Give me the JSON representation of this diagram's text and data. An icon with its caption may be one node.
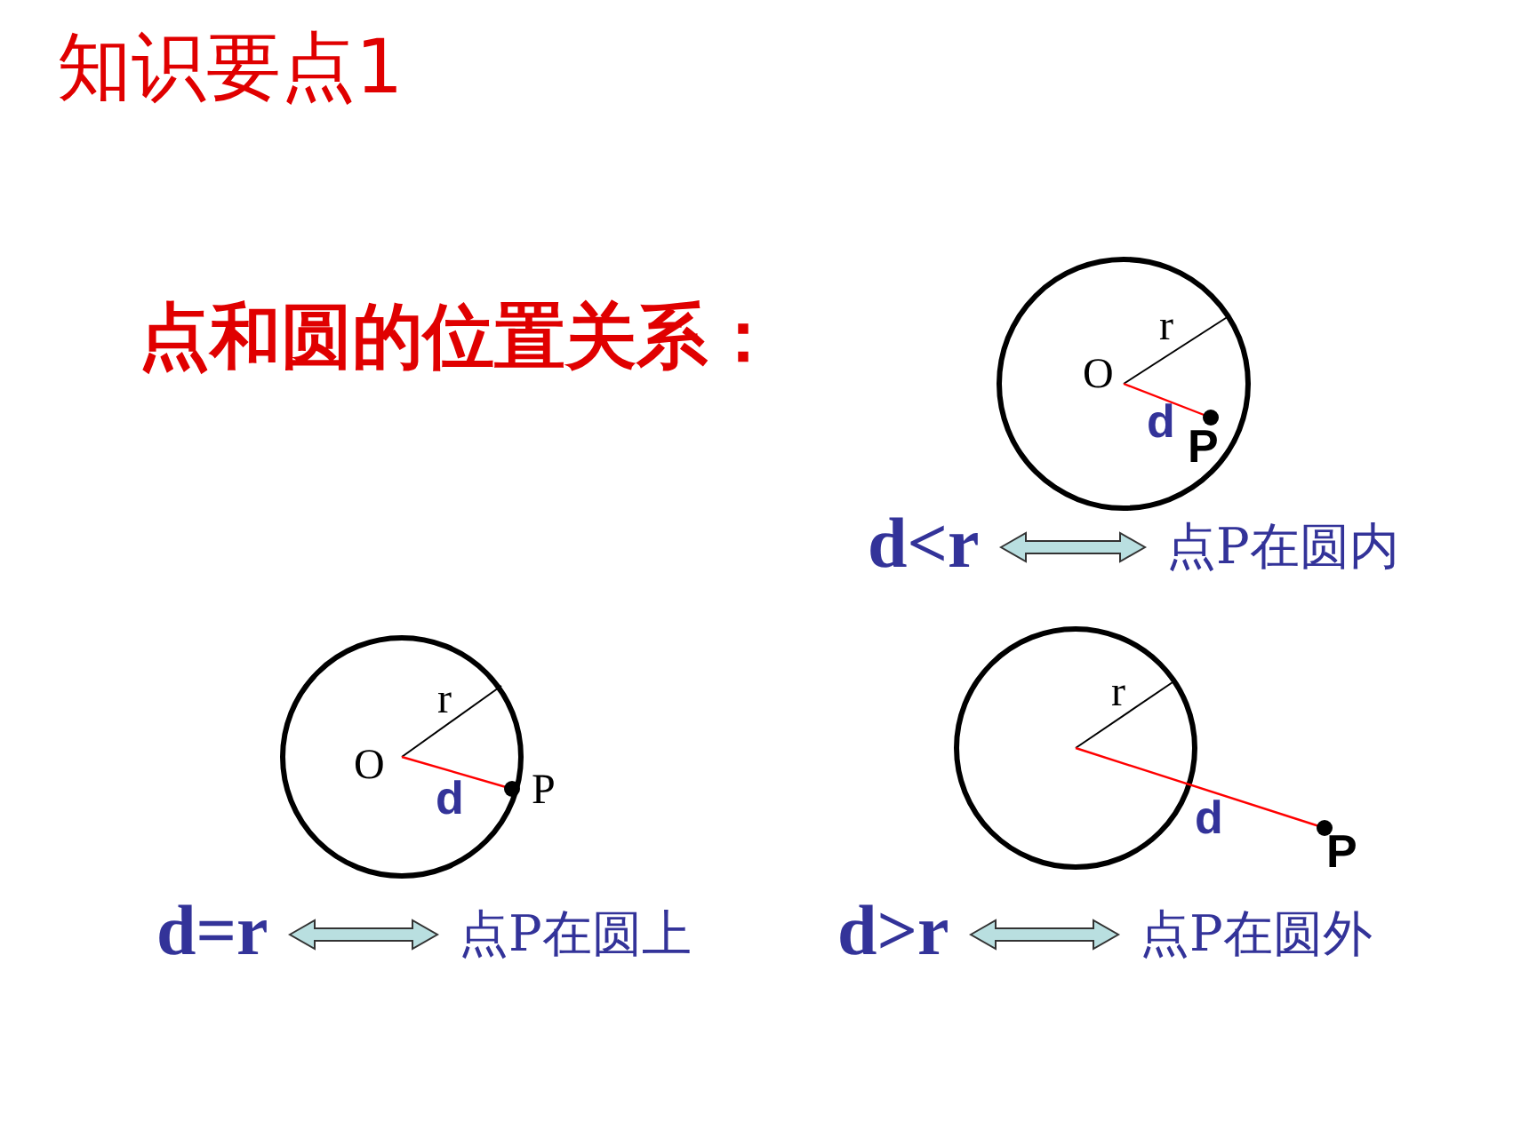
{
  "diagram": {
    "title": "知识要点1",
    "nodes": [
      {
        "text": [
          "d<r"
        ]
      },
      {
        "text": [
          "点P在圆内"
        ]
      },
      {
        "text": [
          "d=r"
        ]
      },
      {
        "text": [
          "点P在圆上"
        ]
      },
      {
        "text": [
          "d>r"
        ]
      },
      {
        "text": [
          "点P在圆外"
        ]
      }
    ],
    "edges": [
      {
        "from": 0,
        "to": 1,
        "arrow": "both"
      },
      {
        "from": 2,
        "to": 3,
        "arrow": "both"
      },
      {
        "from": 4,
        "to": 5,
        "arrow": "both"
      }
    ],
    "labels": [
      "点和圆的位置关系：",
      "r",
      "O",
      "d",
      "P",
      "r",
      "O",
      "d",
      "P",
      "r",
      "d",
      "P"
    ]
  }
}
